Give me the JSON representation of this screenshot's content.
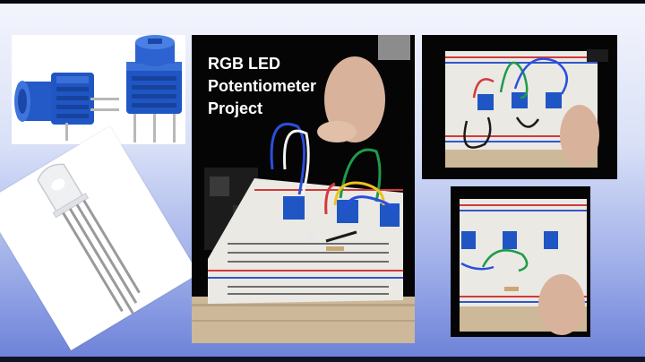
{
  "main_photo": {
    "title_lines": [
      "RGB LED",
      "Potentiometer",
      "Project"
    ]
  },
  "colors": {
    "background_top": "#f4f6fd",
    "background_bottom": "#6b80d8",
    "potentiometer_blue": "#1f56c4",
    "breadboard": "#eceae6",
    "title_text": "#ffffff"
  }
}
